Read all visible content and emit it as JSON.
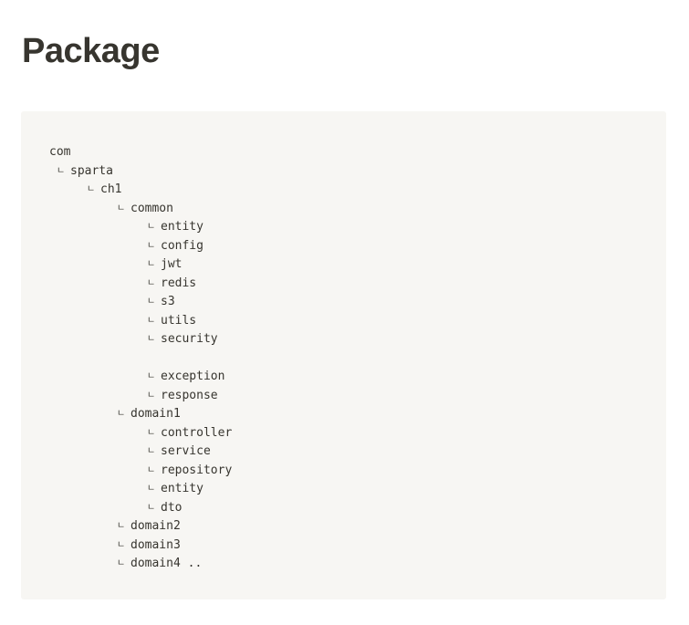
{
  "page": {
    "title": "Package"
  },
  "tree": {
    "branch_glyph": "ㄴ",
    "lines": [
      {
        "depth": 0,
        "branch": false,
        "label": "com"
      },
      {
        "depth": 1,
        "branch": true,
        "label": "sparta"
      },
      {
        "depth": 2,
        "branch": true,
        "label": "ch1"
      },
      {
        "depth": 3,
        "branch": true,
        "label": "common"
      },
      {
        "depth": 4,
        "branch": true,
        "label": "entity"
      },
      {
        "depth": 4,
        "branch": true,
        "label": "config"
      },
      {
        "depth": 4,
        "branch": true,
        "label": "jwt"
      },
      {
        "depth": 4,
        "branch": true,
        "label": "redis"
      },
      {
        "depth": 4,
        "branch": true,
        "label": "s3"
      },
      {
        "depth": 4,
        "branch": true,
        "label": "utils"
      },
      {
        "depth": 4,
        "branch": true,
        "label": "security"
      },
      {
        "depth": 0,
        "branch": false,
        "label": ""
      },
      {
        "depth": 4,
        "branch": true,
        "label": "exception"
      },
      {
        "depth": 4,
        "branch": true,
        "label": "response"
      },
      {
        "depth": 3,
        "branch": true,
        "label": "domain1"
      },
      {
        "depth": 4,
        "branch": true,
        "label": "controller"
      },
      {
        "depth": 4,
        "branch": true,
        "label": "service"
      },
      {
        "depth": 4,
        "branch": true,
        "label": "repository"
      },
      {
        "depth": 4,
        "branch": true,
        "label": "entity"
      },
      {
        "depth": 4,
        "branch": true,
        "label": "dto"
      },
      {
        "depth": 3,
        "branch": true,
        "label": "domain2"
      },
      {
        "depth": 3,
        "branch": true,
        "label": "domain3"
      },
      {
        "depth": 3,
        "branch": true,
        "label": "domain4 .."
      }
    ]
  }
}
